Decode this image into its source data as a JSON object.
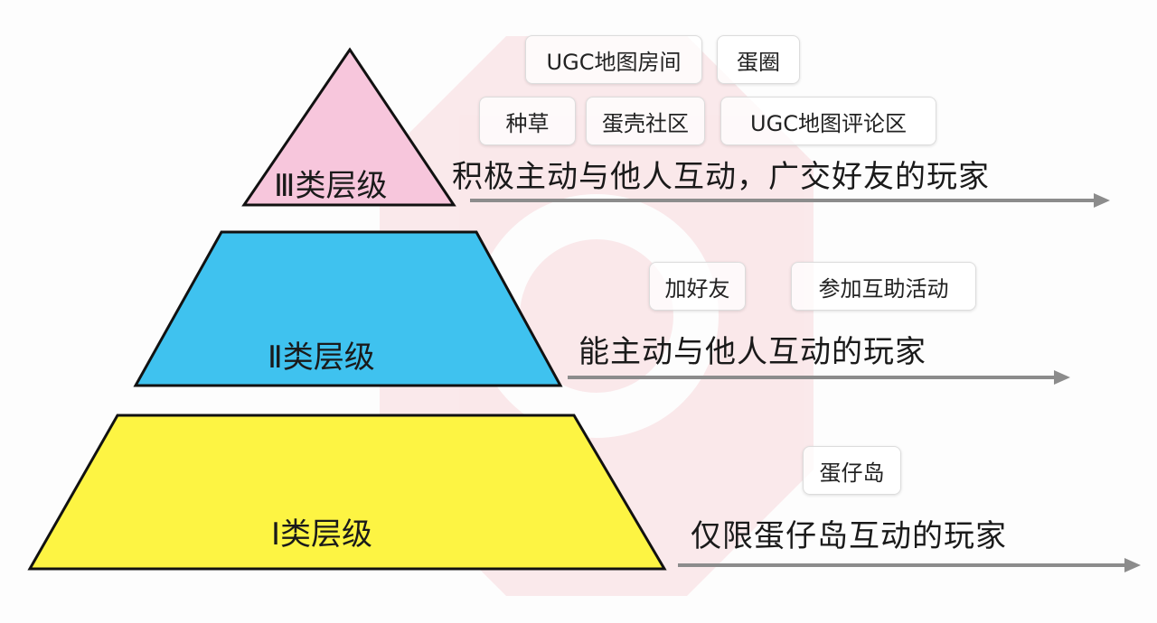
{
  "colors": {
    "level3": "#f7c6dc",
    "level2": "#3fc2ef",
    "level1": "#fdf443",
    "arrow": "#8c8c8c",
    "outline": "#111111"
  },
  "levels": [
    {
      "label": "Ⅲ类层级",
      "description": "积极主动与他人互动，广交好友的玩家",
      "tags": [
        "UGC地图房间",
        "蛋圈",
        "种草",
        "蛋壳社区",
        "UGC地图评论区"
      ]
    },
    {
      "label": "Ⅱ类层级",
      "description": "能主动与他人互动的玩家",
      "tags": [
        "加好友",
        "参加互助活动"
      ]
    },
    {
      "label": "Ⅰ类层级",
      "description": "仅限蛋仔岛互动的玩家",
      "tags": [
        "蛋仔岛"
      ]
    }
  ]
}
